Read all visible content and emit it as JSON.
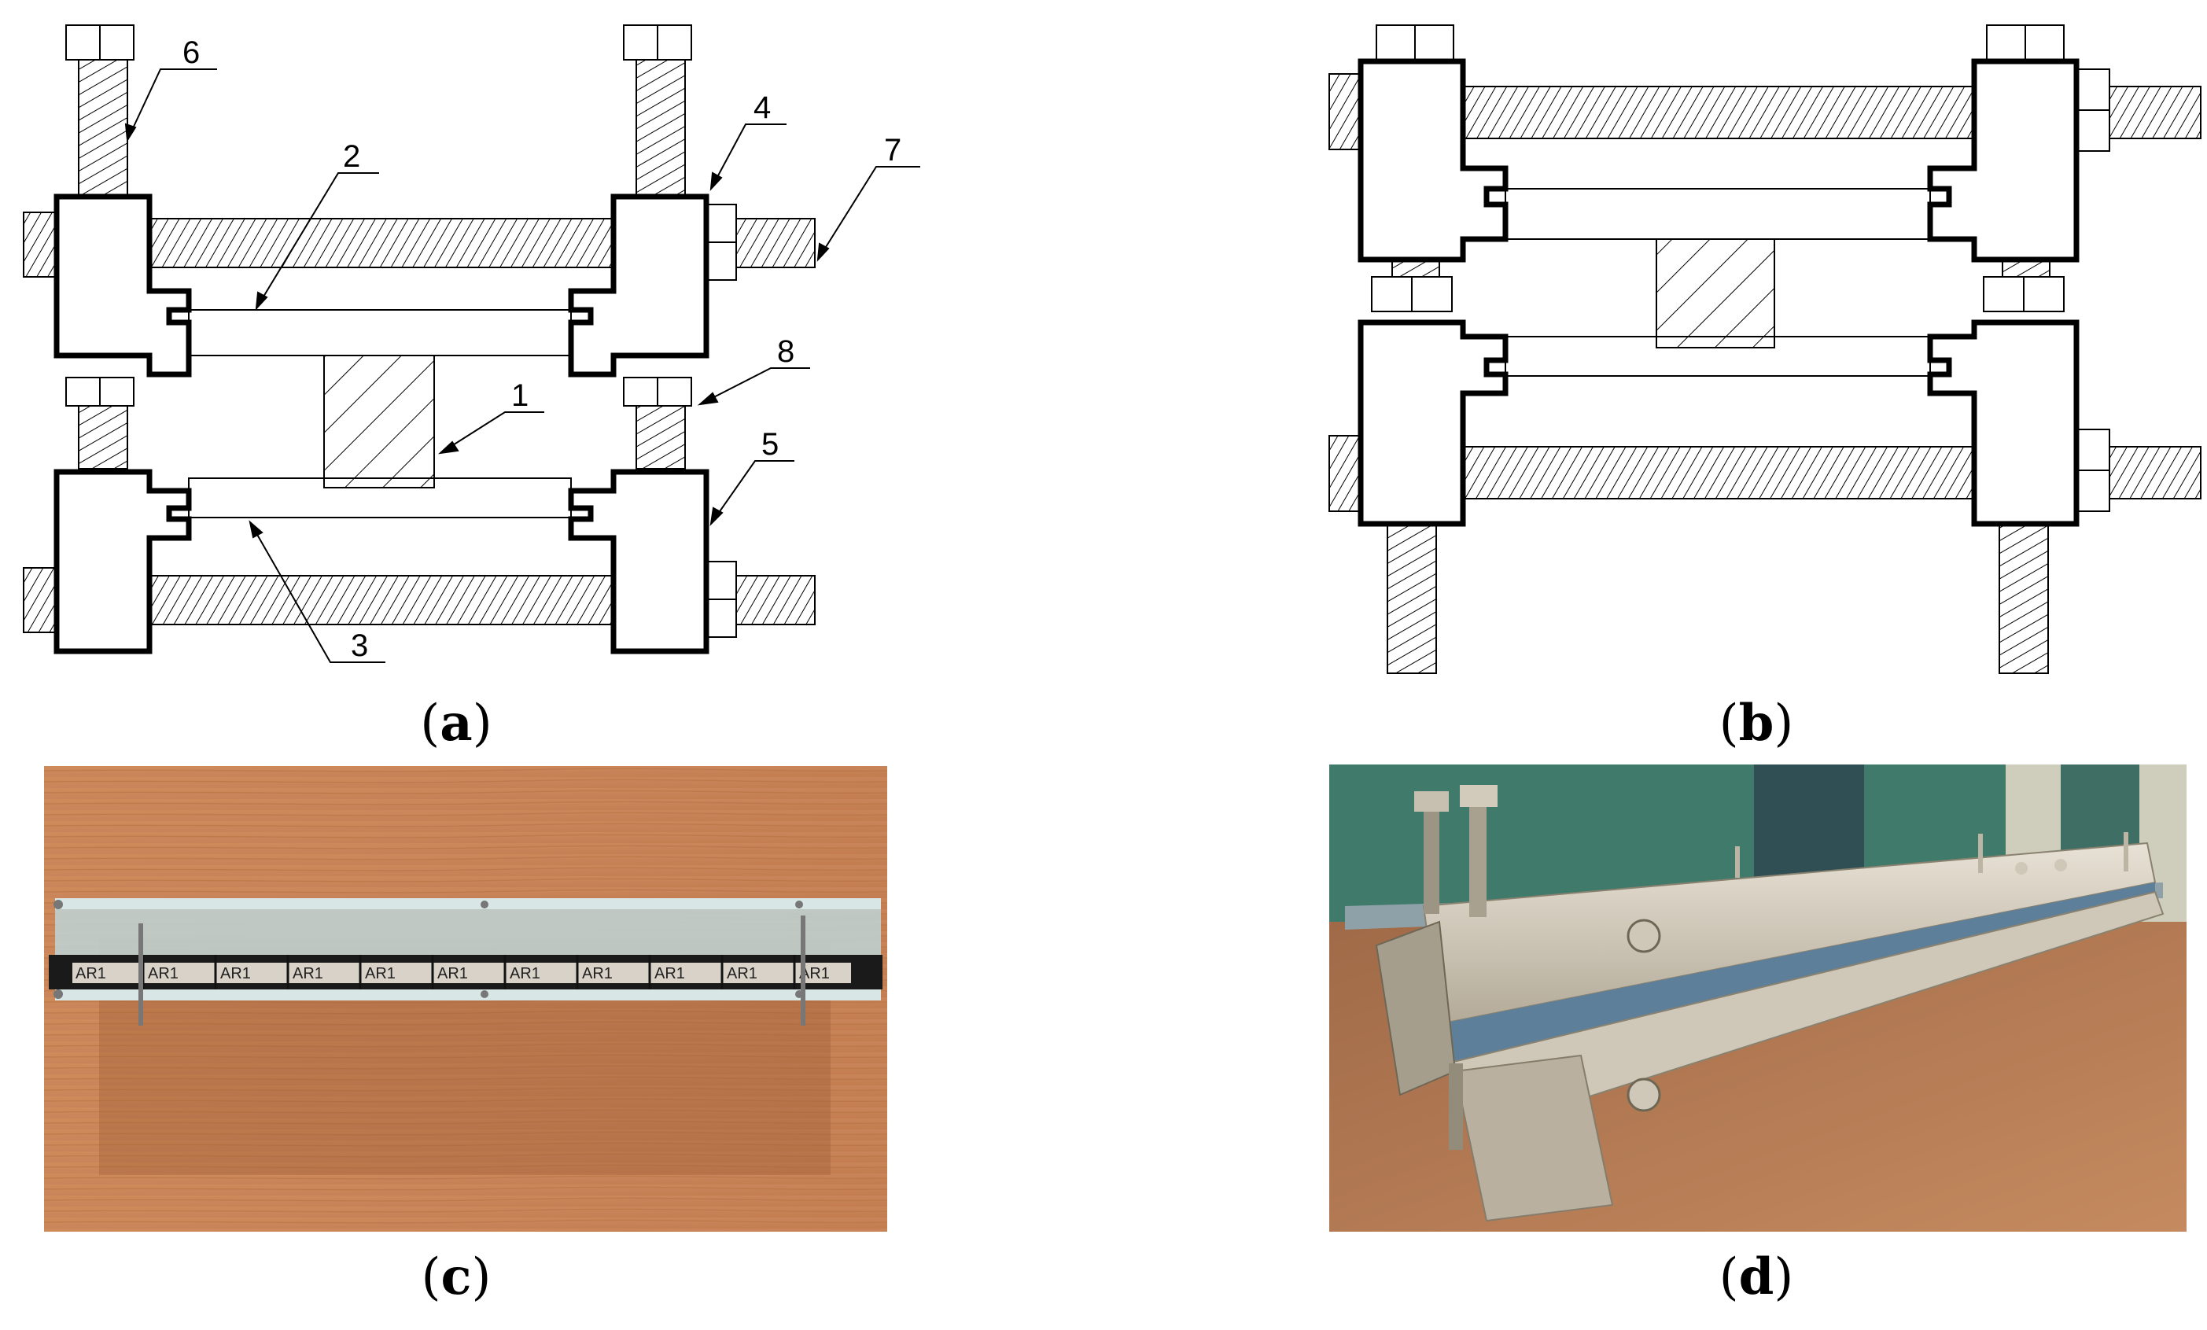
{
  "panel_a": {
    "callouts": [
      {
        "label": "6"
      },
      {
        "label": "2"
      },
      {
        "label": "4"
      },
      {
        "label": "7"
      },
      {
        "label": "8"
      },
      {
        "label": "1"
      },
      {
        "label": "5"
      },
      {
        "label": "3"
      }
    ]
  },
  "captions": {
    "a": "a",
    "b": "b",
    "c": "c",
    "d": "d"
  },
  "photo_c": {
    "strip_labels": [
      "AR1",
      "AR1",
      "AR1",
      "AR1",
      "AR1",
      "AR1",
      "AR1",
      "AR1",
      "AR1",
      "AR1",
      "AR1"
    ]
  },
  "colors": {
    "wood": "#c88655",
    "wall_green": "#3f7a6b",
    "aluminium": "#c9c2b4",
    "acrylic": "#b9c9c8",
    "specimen_black": "#1a1a1a"
  }
}
